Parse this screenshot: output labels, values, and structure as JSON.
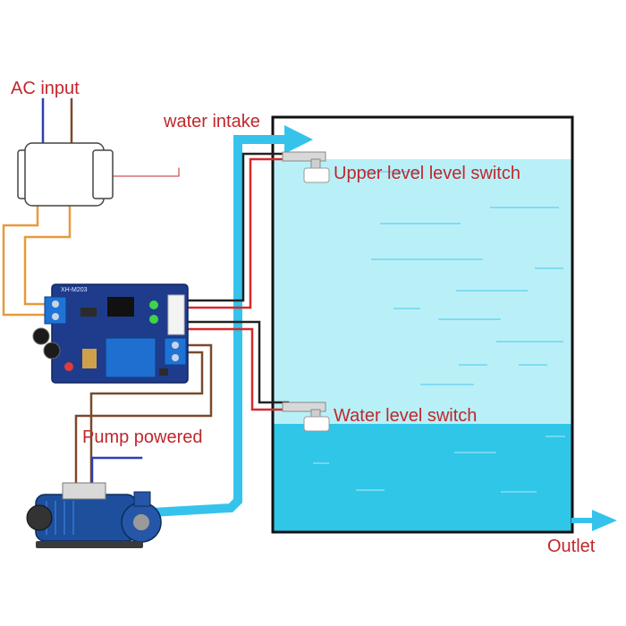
{
  "labels": {
    "ac_input": "AC input",
    "water_intake": "water intake",
    "upper_switch": "Upper level level switch",
    "lower_switch": "Water level switch",
    "pump_powered": "Pump powered",
    "outlet": "Outlet"
  },
  "board": {
    "model": "XH-M203"
  },
  "colors": {
    "label_text": "#c0272d",
    "water_light": "#b9f0f7",
    "water_dark": "#2fc6e8",
    "pipe": "#35c3ec",
    "wire_red": "#d42a2a",
    "wire_black": "#222222",
    "wire_orange": "#e79a3c",
    "wire_brown": "#7a4a2a",
    "wire_blue": "#2b3fb6",
    "board": "#1f3c8c",
    "pump": "#1d4f9c"
  },
  "icons": {
    "power_supply": "transformer-icon",
    "controller": "circuit-board-icon",
    "pump": "water-pump-icon",
    "float_switch": "float-switch-icon",
    "arrow": "arrow-right-icon"
  }
}
